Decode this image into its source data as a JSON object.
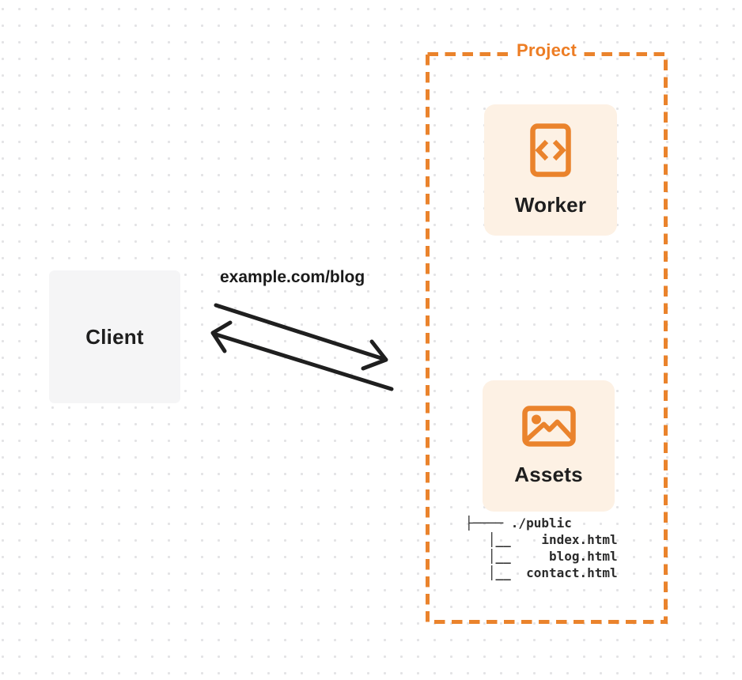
{
  "diagram": {
    "title": "Project",
    "client": {
      "label": "Client"
    },
    "request": {
      "url_label": "example.com/blog"
    },
    "project": {
      "label": "Project",
      "worker": {
        "label": "Worker",
        "icon": "code-file-icon"
      },
      "assets": {
        "label": "Assets",
        "icon": "image-icon",
        "file_tree": [
          "├──── ./public",
          "   │__    index.html",
          "   │__     blog.html",
          "   │__  contact.html"
        ]
      }
    },
    "colors": {
      "accent_orange": "#EA832C",
      "card_cream": "#FDF1E4",
      "client_gray": "#F5F5F6",
      "arrow_ink": "#1F1F1F",
      "dot_grid": "#E3E3E5"
    }
  }
}
